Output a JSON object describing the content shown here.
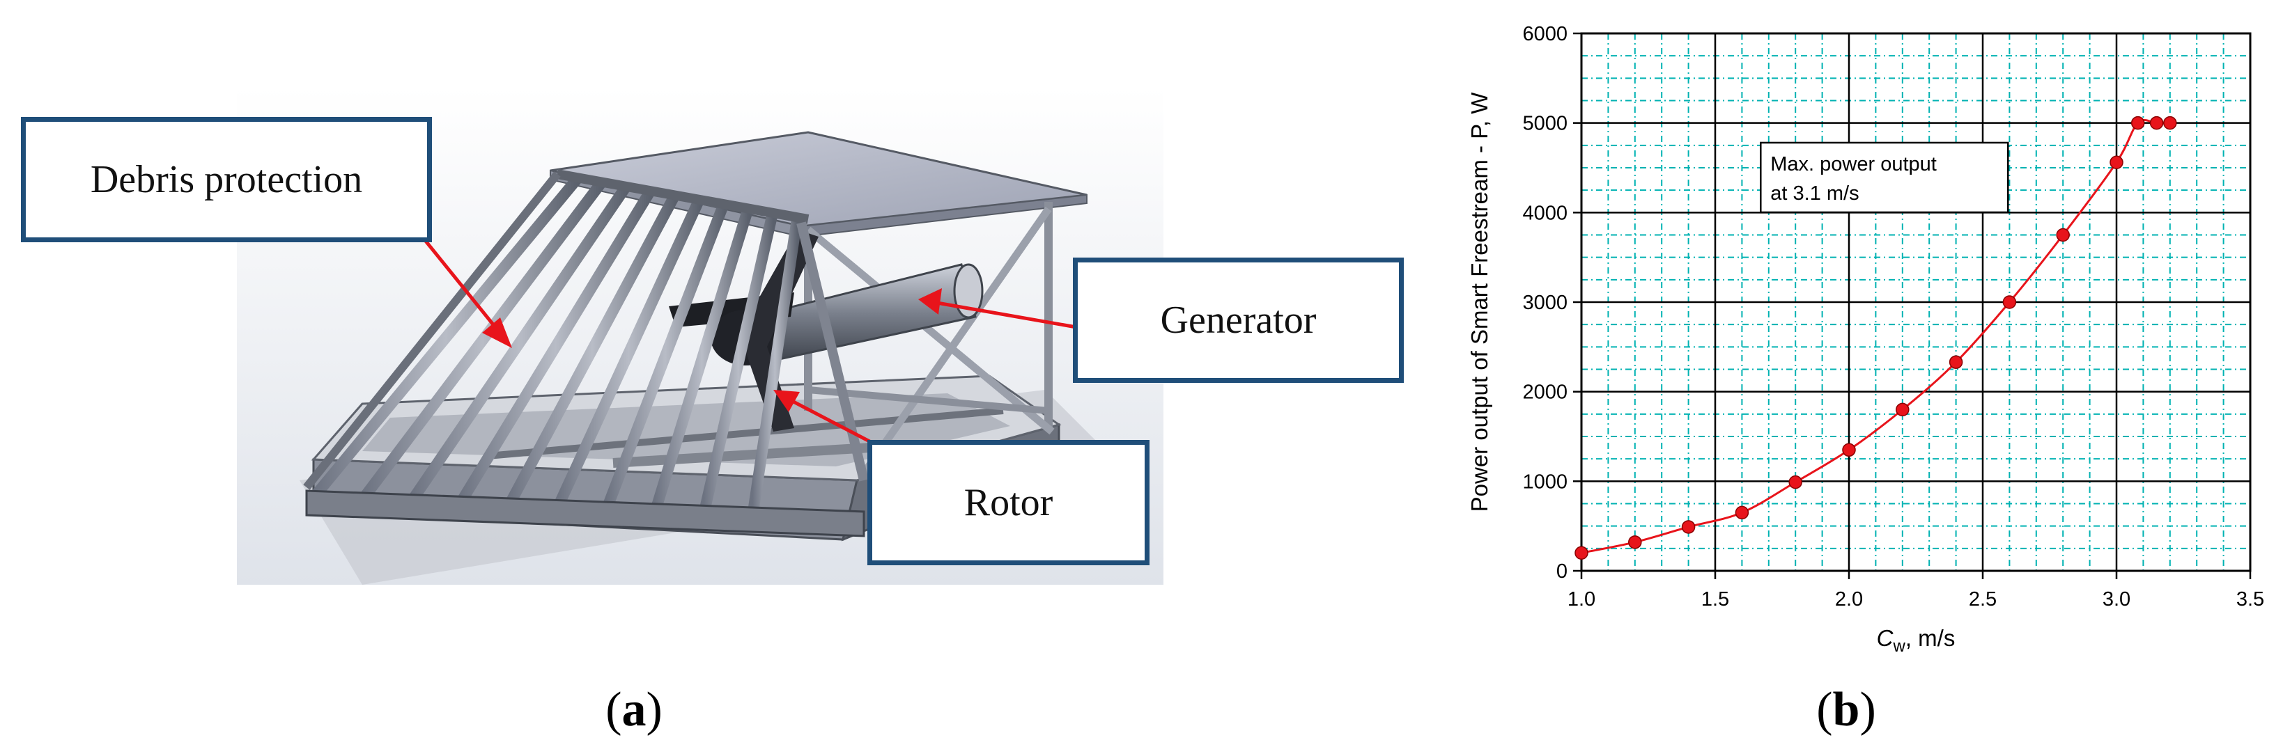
{
  "panel_a": {
    "labels": {
      "debris": "Debris protection",
      "generator": "Generator",
      "rotor": "Rotor"
    },
    "caption_letter": "a",
    "colors": {
      "callout_border": "#1f4e79",
      "arrow": "#e8141b"
    }
  },
  "panel_b": {
    "caption_letter": "b"
  },
  "chart_data": {
    "type": "line",
    "title": "",
    "xlabel_main": "C",
    "xlabel_sub": "w",
    "xlabel_unit": ", m/s",
    "ylabel": "Power output of Smart Freestream - P, W",
    "xlim": [
      1.0,
      3.5
    ],
    "ylim": [
      0,
      6000
    ],
    "xticks": [
      "1.0",
      "1.5",
      "2.0",
      "2.5",
      "3.0",
      "3.5"
    ],
    "yticks": [
      "0",
      "1000",
      "2000",
      "3000",
      "4000",
      "5000",
      "6000"
    ],
    "grid": {
      "major": true,
      "minor": true,
      "major_color": "#000000",
      "minor_color": "#00b2b2"
    },
    "annotation": {
      "line1": "Max. power output",
      "line2": "at 3.1 m/s",
      "x": 1.67,
      "y": 4780
    },
    "series": [
      {
        "color": "#e8141b",
        "x": [
          1.0,
          1.2,
          1.4,
          1.6,
          1.8,
          2.0,
          2.2,
          2.4,
          2.6,
          2.8,
          3.0,
          3.08,
          3.15,
          3.2
        ],
        "y": [
          200,
          320,
          490,
          650,
          990,
          1350,
          1800,
          2330,
          3000,
          3750,
          4560,
          5000,
          5000,
          5000
        ]
      }
    ]
  }
}
